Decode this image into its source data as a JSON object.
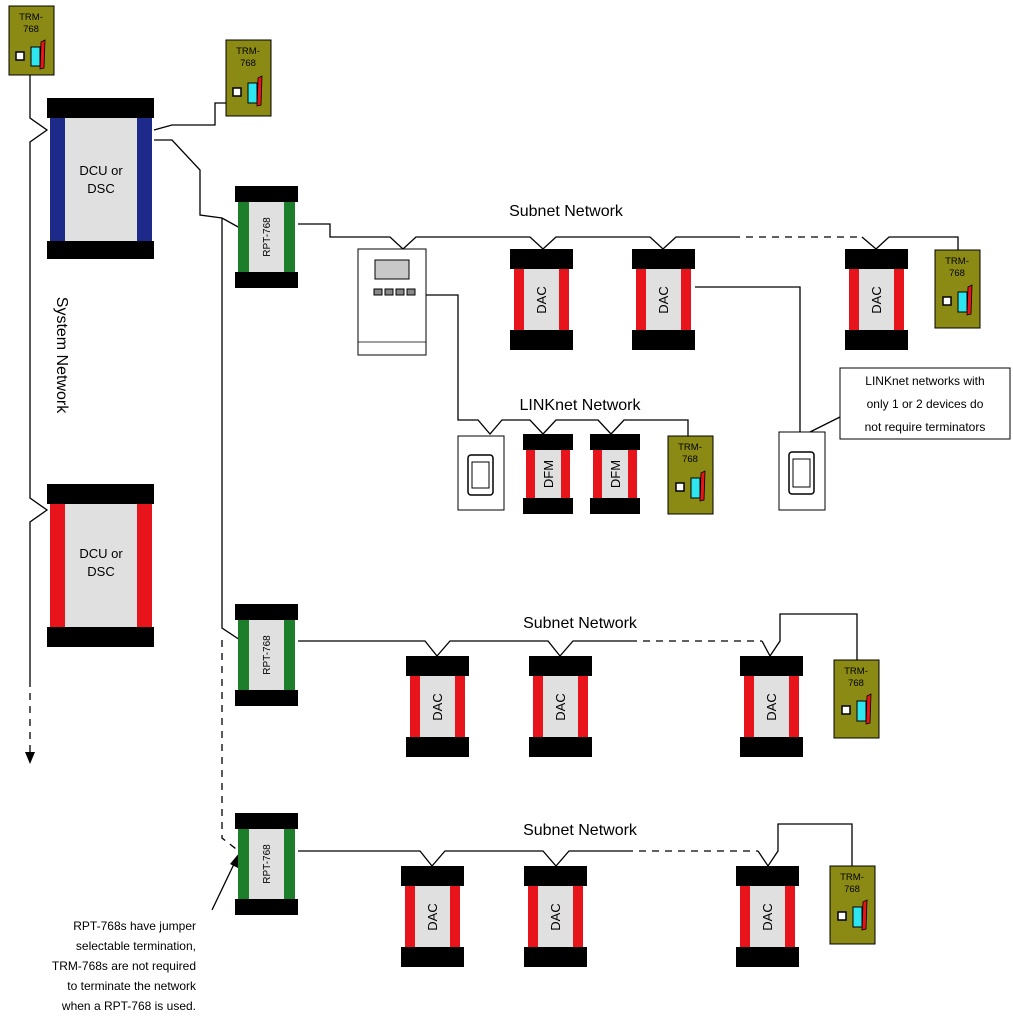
{
  "labels": {
    "system_network": "System Network",
    "subnet_1": "Subnet Network",
    "subnet_2": "Subnet Network",
    "subnet_3": "Subnet Network",
    "linknet": "LINKnet Network"
  },
  "notes": {
    "linknet_note": [
      "LINKnet networks with",
      "only 1 or 2 devices do",
      "not require terminators"
    ],
    "rpt_note": [
      "RPT-768s have jumper",
      "selectable termination,",
      "TRM-768s are not required",
      "to terminate the network",
      "when a RPT-768 is used."
    ]
  },
  "devices": {
    "dcu_text": [
      "DCU or",
      "DSC"
    ],
    "trm_text": [
      "TRM-",
      "768"
    ],
    "rpt_text": "RPT-768",
    "dac_text": "DAC",
    "dfm_text": "DFM"
  },
  "colors": {
    "dcu_blue": "#1e2a8a",
    "dcu_red": "#e8141b",
    "rpt_green": "#1c7d2a",
    "dac_red": "#e8141b",
    "trm_olive": "#8a8a14",
    "trm_cyan": "#2ee6f0",
    "body_gray": "#e0e0e0"
  }
}
